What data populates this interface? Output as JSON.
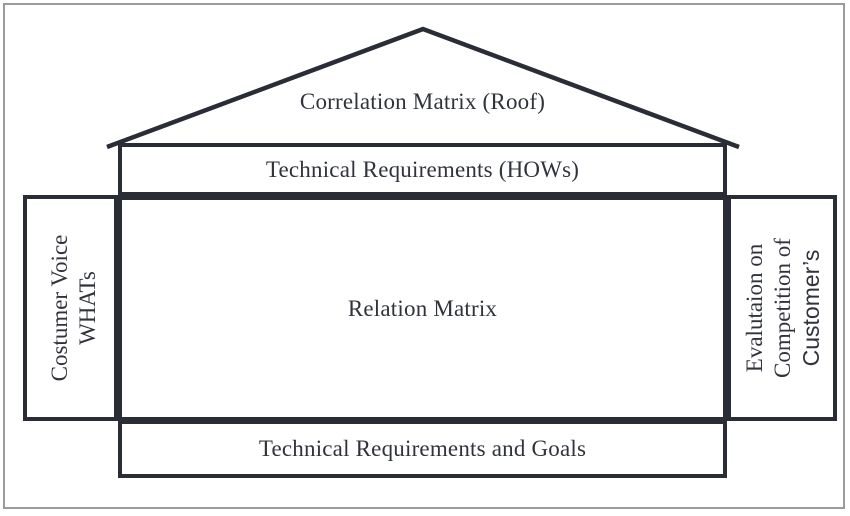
{
  "diagram": {
    "type": "house-of-quality-qfd",
    "roof_label": "Correlation Matrix (Roof)",
    "hows_label": "Technical Requirements (HOWs)",
    "relation_label": "Relation Matrix",
    "bottom_label": "Technical Requirements and Goals",
    "left_column": {
      "line1": "Costumer Voice",
      "line2": "WHATs"
    },
    "right_column": {
      "line1": "Evalutaion on",
      "line2": "Competition of",
      "line3": "Customer’s"
    }
  },
  "colors": {
    "line": "#2a2d35",
    "text": "#30333b",
    "frame": "#9b9b9b",
    "background": "#ffffff"
  }
}
